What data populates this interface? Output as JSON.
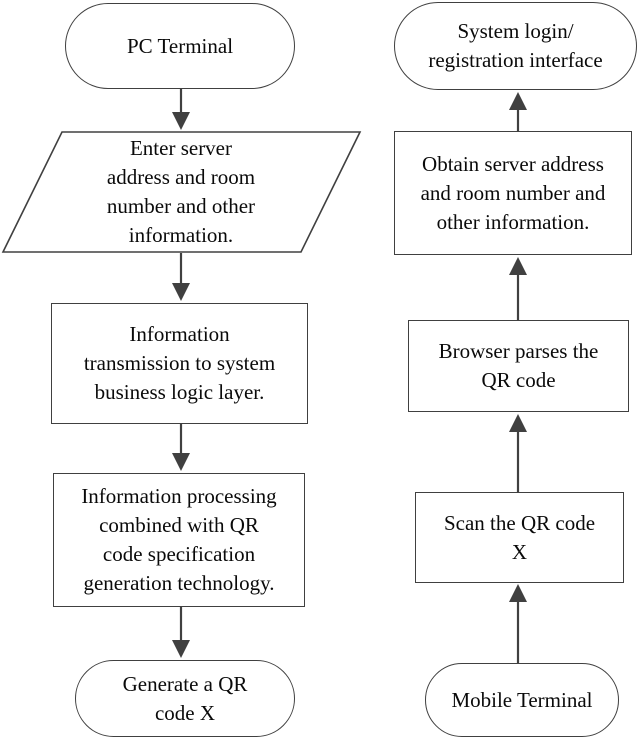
{
  "diagram": {
    "type": "flowchart",
    "colors": {
      "stroke": "#404040",
      "text": "#0a0a0a",
      "background": "#ffffff"
    },
    "left_flow": {
      "direction": "down",
      "nodes": [
        {
          "id": "pc-terminal",
          "shape": "terminator",
          "label": "PC Terminal"
        },
        {
          "id": "enter-info",
          "shape": "parallelogram",
          "label": "Enter server\naddress and room\nnumber and other\ninformation."
        },
        {
          "id": "transmission",
          "shape": "process",
          "label": "Information\ntransmission to system\nbusiness logic layer."
        },
        {
          "id": "processing",
          "shape": "process",
          "label": "Information processing\ncombined with QR\ncode specification\ngeneration technology."
        },
        {
          "id": "generate-qr",
          "shape": "terminator",
          "label": "Generate a QR\ncode X"
        }
      ]
    },
    "right_flow": {
      "direction": "up",
      "nodes": [
        {
          "id": "login-interface",
          "shape": "terminator",
          "label": "System login/\nregistration interface"
        },
        {
          "id": "obtain-info",
          "shape": "process",
          "label": "Obtain server address\nand room number and\nother information."
        },
        {
          "id": "browser-parses",
          "shape": "process",
          "label": "Browser parses the\nQR code"
        },
        {
          "id": "scan-qr",
          "shape": "process",
          "label": "Scan the QR code\nX"
        },
        {
          "id": "mobile-terminal",
          "shape": "terminator",
          "label": "Mobile Terminal"
        }
      ]
    }
  }
}
